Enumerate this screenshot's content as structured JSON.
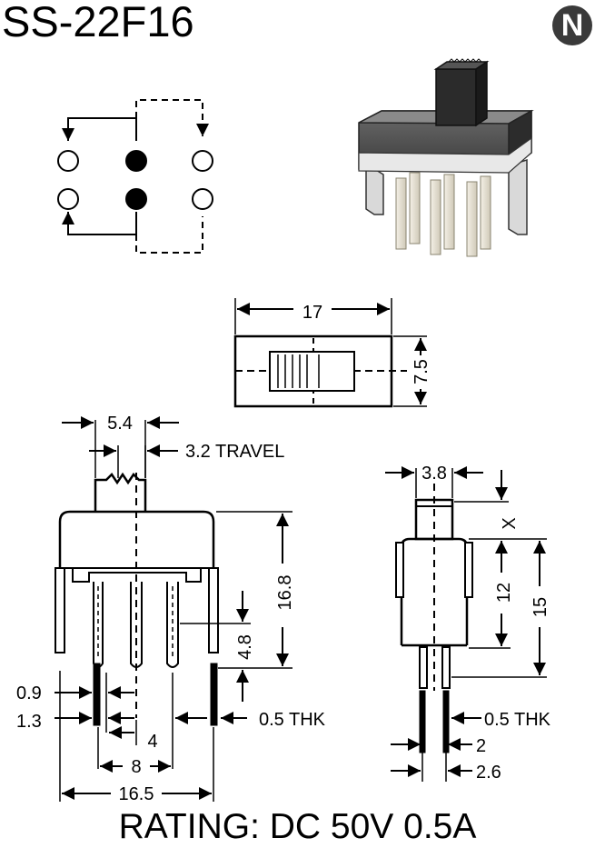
{
  "title": "SS-22F16",
  "rating": "RATING: DC 50V 0.5A",
  "logo_letter": "N",
  "dimensions": {
    "top_length": "17",
    "top_width": "7.5",
    "actuator_width": "5.4",
    "travel": "3.2 TRAVEL",
    "height": "16.8",
    "pin_length": "4.8",
    "pin_width_a": "0.9",
    "pin_width_b": "1.3",
    "thickness": "0.5 THK",
    "pin_pitch": "4",
    "pin_span": "8",
    "overall_width": "16.5",
    "side_actuator": "3.8",
    "side_x": "X",
    "side_body": "12",
    "side_total": "15",
    "side_thickness": "0.5 THK",
    "side_pitch": "2",
    "side_span": "2.6"
  }
}
